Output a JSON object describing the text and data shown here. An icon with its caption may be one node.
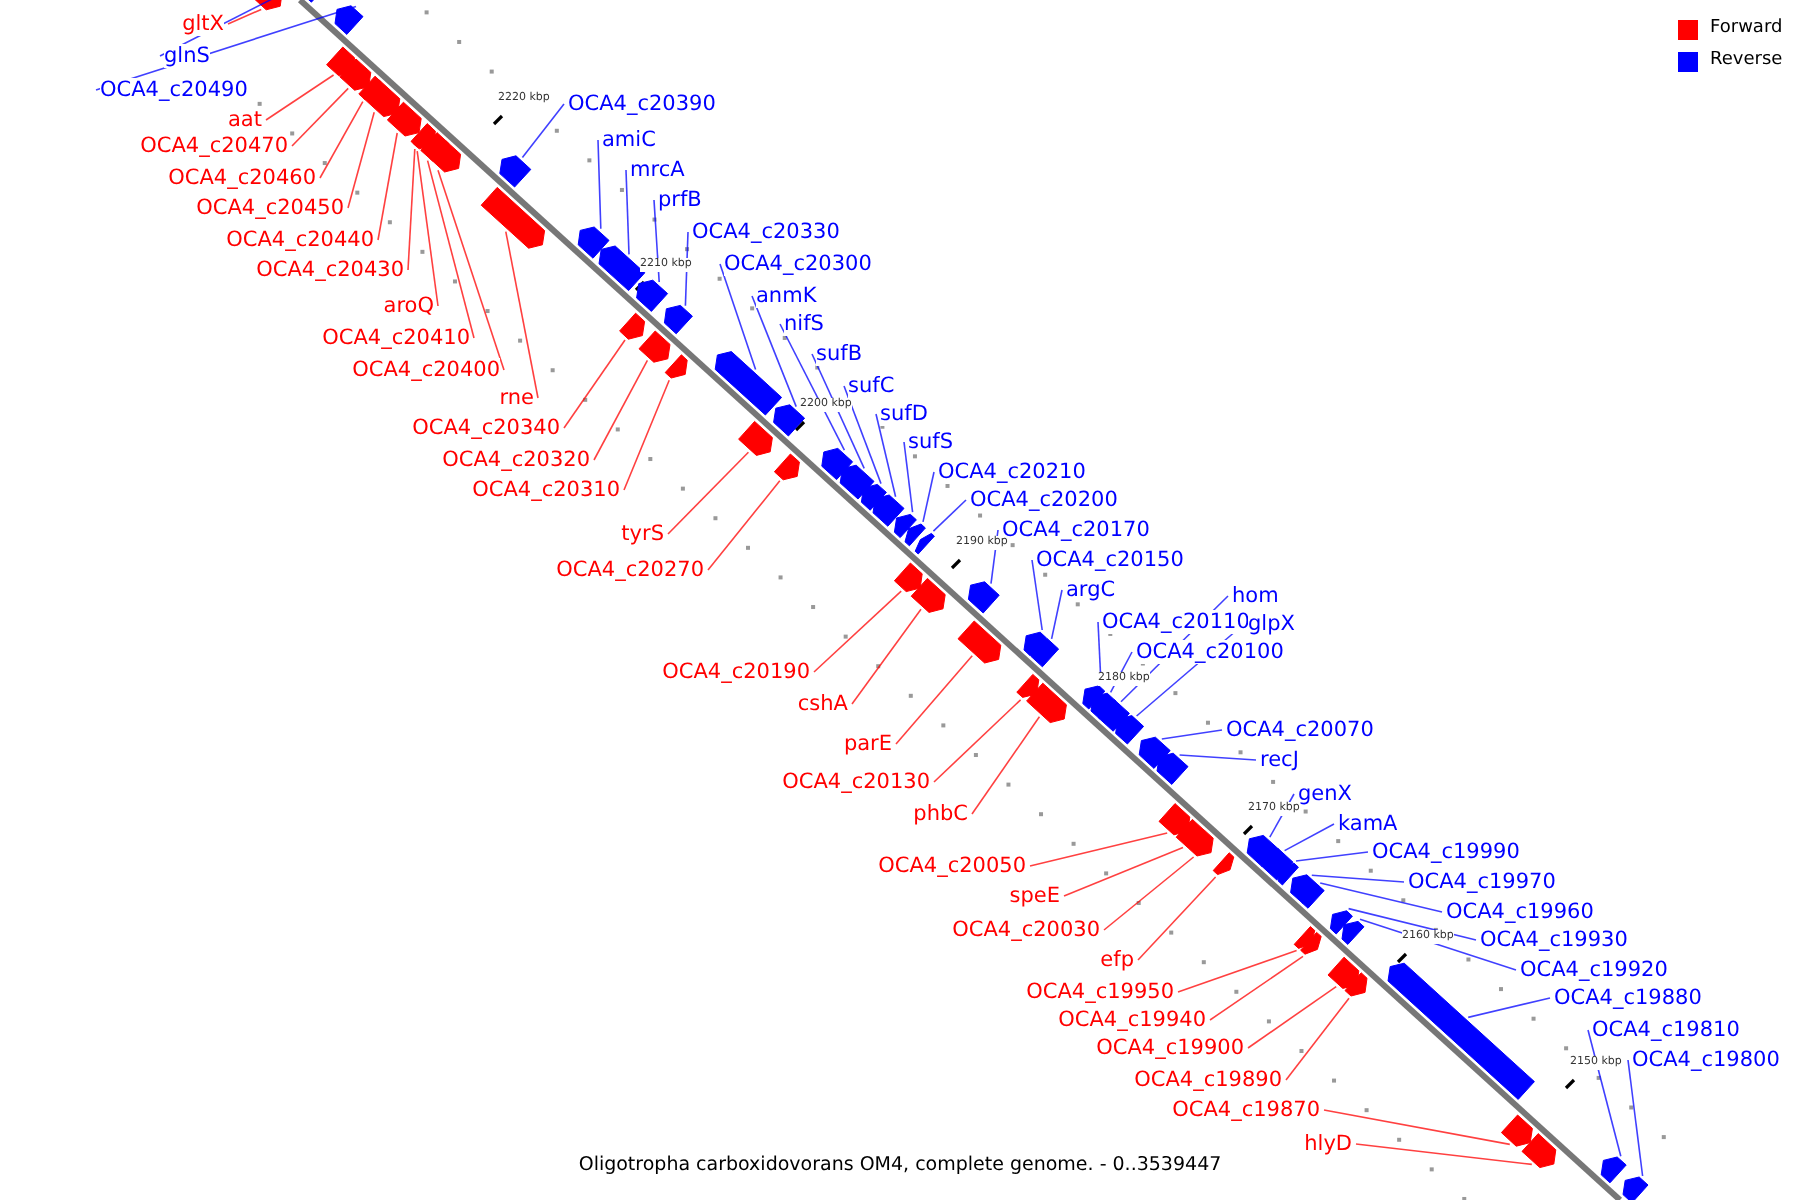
{
  "diagram": {
    "caption": "Oligotropha carboxidovorans OM4, complete genome. - 0..3539447",
    "nodes": [
      {
        "text": [
          "gltX"
        ]
      },
      {
        "text": [
          "glnS"
        ]
      },
      {
        "text": [
          "OCA4_c20490"
        ]
      },
      {
        "text": [
          "OCA4_c20390"
        ]
      },
      {
        "text": [
          "aat"
        ]
      },
      {
        "text": [
          "amiC"
        ]
      },
      {
        "text": [
          "OCA4_c20470"
        ]
      },
      {
        "text": [
          "mrcA"
        ]
      },
      {
        "text": [
          "OCA4_c20460"
        ]
      },
      {
        "text": [
          "prfB"
        ]
      },
      {
        "text": [
          "OCA4_c20450"
        ]
      },
      {
        "text": [
          "OCA4_c20330"
        ]
      },
      {
        "text": [
          "OCA4_c20440"
        ]
      },
      {
        "text": [
          "OCA4_c20300"
        ]
      },
      {
        "text": [
          "OCA4_c20430"
        ]
      },
      {
        "text": [
          "anmK"
        ]
      },
      {
        "text": [
          "aroQ"
        ]
      },
      {
        "text": [
          "nifS"
        ]
      },
      {
        "text": [
          "OCA4_c20410"
        ]
      },
      {
        "text": [
          "sufB"
        ]
      },
      {
        "text": [
          "OCA4_c20400"
        ]
      },
      {
        "text": [
          "sufC"
        ]
      },
      {
        "text": [
          "rne"
        ]
      },
      {
        "text": [
          "sufD"
        ]
      },
      {
        "text": [
          "OCA4_c20340"
        ]
      },
      {
        "text": [
          "sufS"
        ]
      },
      {
        "text": [
          "OCA4_c20320"
        ]
      },
      {
        "text": [
          "OCA4_c20210"
        ]
      },
      {
        "text": [
          "OCA4_c20310"
        ]
      },
      {
        "text": [
          "OCA4_c20200"
        ]
      },
      {
        "text": [
          "OCA4_c20170"
        ]
      },
      {
        "text": [
          "tyrS"
        ]
      },
      {
        "text": [
          "OCA4_c20150"
        ]
      },
      {
        "text": [
          "OCA4_c20270"
        ]
      },
      {
        "text": [
          "argC"
        ]
      },
      {
        "text": [
          "hom"
        ]
      },
      {
        "text": [
          "OCA4_c20110"
        ]
      },
      {
        "text": [
          "glpX"
        ]
      },
      {
        "text": [
          "OCA4_c20100"
        ]
      },
      {
        "text": [
          "OCA4_c20190"
        ]
      },
      {
        "text": [
          "cshA"
        ]
      },
      {
        "text": [
          "OCA4_c20070"
        ]
      },
      {
        "text": [
          "parE"
        ]
      },
      {
        "text": [
          "recJ"
        ]
      },
      {
        "text": [
          "OCA4_c20130"
        ]
      },
      {
        "text": [
          "genX"
        ]
      },
      {
        "text": [
          "phbC"
        ]
      },
      {
        "text": [
          "kamA"
        ]
      },
      {
        "text": [
          "OCA4_c19990"
        ]
      },
      {
        "text": [
          "OCA4_c20050"
        ]
      },
      {
        "text": [
          "OCA4_c19970"
        ]
      },
      {
        "text": [
          "speE"
        ]
      },
      {
        "text": [
          "OCA4_c19960"
        ]
      },
      {
        "text": [
          "OCA4_c20030"
        ]
      },
      {
        "text": [
          "OCA4_c19930"
        ]
      },
      {
        "text": [
          "efp"
        ]
      },
      {
        "text": [
          "OCA4_c19920"
        ]
      },
      {
        "text": [
          "OCA4_c19950"
        ]
      },
      {
        "text": [
          "OCA4_c19880"
        ]
      },
      {
        "text": [
          "OCA4_c19940"
        ]
      },
      {
        "text": [
          "OCA4_c19810"
        ]
      },
      {
        "text": [
          "OCA4_c19900"
        ]
      },
      {
        "text": [
          "OCA4_c19800"
        ]
      },
      {
        "text": [
          "OCA4_c19890"
        ]
      },
      {
        "text": [
          "OCA4_c19870"
        ]
      },
      {
        "text": [
          "hlyD"
        ]
      },
      {
        "text": [],
        "shape": "bar"
      },
      {
        "text": [],
        "shape": "bar"
      },
      {
        "text": [],
        "shape": "bar"
      },
      {
        "text": [],
        "shape": "bar"
      },
      {
        "text": [],
        "shape": "bar"
      },
      {
        "text": [],
        "shape": "bar"
      },
      {
        "text": [],
        "shape": "bar"
      },
      {
        "text": [],
        "shape": "bar"
      },
      {
        "text": [],
        "shape": "bar"
      },
      {
        "text": [],
        "shape": "bar"
      },
      {
        "text": [],
        "shape": "bar"
      },
      {
        "text": [],
        "shape": "bar"
      },
      {
        "text": [],
        "shape": "bar"
      },
      {
        "text": [],
        "shape": "bar"
      },
      {
        "text": [],
        "shape": "bar"
      },
      {
        "text": [],
        "shape": "bar"
      },
      {
        "text": [],
        "shape": "bar"
      },
      {
        "text": [],
        "shape": "bar"
      },
      {
        "text": [],
        "shape": "bar"
      },
      {
        "text": [],
        "shape": "bar"
      },
      {
        "text": [],
        "shape": "bar"
      },
      {
        "text": [],
        "shape": "bar"
      },
      {
        "text": [],
        "shape": "bar"
      },
      {
        "text": [],
        "shape": "bar"
      },
      {
        "text": [],
        "shape": "bar"
      },
      {
        "text": [],
        "shape": "bar"
      },
      {
        "text": [],
        "shape": "bar"
      },
      {
        "text": [],
        "shape": "bar"
      },
      {
        "text": [],
        "shape": "bar"
      },
      {
        "text": [],
        "shape": "bar"
      },
      {
        "text": [],
        "shape": "bar"
      },
      {
        "text": [],
        "shape": "bar"
      },
      {
        "text": [],
        "shape": "bar"
      },
      {
        "text": [],
        "shape": "bar"
      },
      {
        "text": [],
        "shape": "bar"
      },
      {
        "text": [],
        "shape": "bar"
      },
      {
        "text": [],
        "shape": "bar"
      },
      {
        "text": [],
        "shape": "bar"
      },
      {
        "text": [],
        "shape": "bar"
      },
      {
        "text": [],
        "shape": "bar"
      },
      {
        "text": [],
        "shape": "bar"
      },
      {
        "text": [],
        "shape": "bar"
      },
      {
        "text": [],
        "shape": "bar"
      },
      {
        "text": [],
        "shape": "bar"
      },
      {
        "text": [],
        "shape": "bar"
      },
      {
        "text": [],
        "shape": "bar"
      },
      {
        "text": [],
        "shape": "bar"
      },
      {
        "text": [],
        "shape": "bar"
      },
      {
        "text": [],
        "shape": "bar"
      },
      {
        "text": [],
        "shape": "bar"
      },
      {
        "text": [],
        "shape": "bar"
      },
      {
        "text": [],
        "shape": "bar"
      },
      {
        "text": [],
        "shape": "bar"
      },
      {
        "text": [],
        "shape": "bar"
      },
      {
        "text": [],
        "shape": "bar"
      },
      {
        "text": [],
        "shape": "bar"
      },
      {
        "text": [],
        "shape": "bar"
      },
      {
        "text": [],
        "shape": "bar"
      },
      {
        "text": [],
        "shape": "bar"
      },
      {
        "text": [],
        "shape": "bar"
      },
      {
        "text": [],
        "shape": "bar"
      },
      {
        "text": [],
        "shape": "bar"
      },
      {
        "text": [],
        "shape": "bar"
      },
      {
        "text": [],
        "shape": "bar"
      },
      {
        "text": [],
        "shape": "bar"
      },
      {
        "text": [],
        "shape": "bar"
      }
    ],
    "edges": [
      {
        "from": 0,
        "to": 66,
        "arrow": "none",
        "color": "#ff0000"
      },
      {
        "from": 1,
        "to": 67,
        "arrow": "none"
      },
      {
        "from": 2,
        "to": 68,
        "arrow": "none"
      },
      {
        "from": 3,
        "to": 69,
        "arrow": "none"
      },
      {
        "from": 4,
        "to": 70,
        "arrow": "none",
        "color": "#ff0000"
      },
      {
        "from": 5,
        "to": 71,
        "arrow": "none"
      },
      {
        "from": 6,
        "to": 72,
        "arrow": "none",
        "color": "#ff0000"
      },
      {
        "from": 7,
        "to": 73,
        "arrow": "none"
      },
      {
        "from": 8,
        "to": 74,
        "arrow": "none",
        "color": "#ff0000"
      },
      {
        "from": 9,
        "to": 75,
        "arrow": "none"
      },
      {
        "from": 10,
        "to": 76,
        "arrow": "none",
        "color": "#ff0000"
      },
      {
        "from": 11,
        "to": 77,
        "arrow": "none"
      },
      {
        "from": 12,
        "to": 78,
        "arrow": "none",
        "color": "#ff0000"
      },
      {
        "from": 13,
        "to": 79,
        "arrow": "none"
      },
      {
        "from": 14,
        "to": 80,
        "arrow": "none",
        "color": "#ff0000"
      },
      {
        "from": 15,
        "to": 81,
        "arrow": "none"
      },
      {
        "from": 16,
        "to": 82,
        "arrow": "none",
        "color": "#ff0000"
      },
      {
        "from": 17,
        "to": 83,
        "arrow": "none"
      },
      {
        "from": 18,
        "to": 84,
        "arrow": "none",
        "color": "#ff0000"
      },
      {
        "from": 19,
        "to": 85,
        "arrow": "none"
      },
      {
        "from": 20,
        "to": 86,
        "arrow": "none",
        "color": "#ff0000"
      },
      {
        "from": 21,
        "to": 87,
        "arrow": "none"
      },
      {
        "from": 22,
        "to": 88,
        "arrow": "none",
        "color": "#ff0000"
      },
      {
        "from": 23,
        "to": 89,
        "arrow": "none"
      },
      {
        "from": 24,
        "to": 90,
        "arrow": "none",
        "color": "#ff0000"
      },
      {
        "from": 25,
        "to": 91,
        "arrow": "none"
      },
      {
        "from": 26,
        "to": 92,
        "arrow": "none",
        "color": "#ff0000"
      },
      {
        "from": 27,
        "to": 93,
        "arrow": "none"
      },
      {
        "from": 28,
        "to": 94,
        "arrow": "none",
        "color": "#ff0000"
      },
      {
        "from": 29,
        "to": 95,
        "arrow": "none"
      },
      {
        "from": 30,
        "to": 96,
        "arrow": "none"
      },
      {
        "from": 31,
        "to": 97,
        "arrow": "none",
        "color": "#ff0000"
      },
      {
        "from": 32,
        "to": 98,
        "arrow": "none"
      },
      {
        "from": 33,
        "to": 99,
        "arrow": "none",
        "color": "#ff0000"
      },
      {
        "from": 34,
        "to": 100,
        "arrow": "none"
      },
      {
        "from": 35,
        "to": 101,
        "arrow": "none"
      },
      {
        "from": 36,
        "to": 102,
        "arrow": "none"
      },
      {
        "from": 37,
        "to": 103,
        "arrow": "none"
      },
      {
        "from": 38,
        "to": 104,
        "arrow": "none"
      },
      {
        "from": 39,
        "to": 105,
        "arrow": "none",
        "color": "#ff0000"
      },
      {
        "from": 40,
        "to": 106,
        "arrow": "none",
        "color": "#ff0000"
      },
      {
        "from": 41,
        "to": 107,
        "arrow": "none"
      },
      {
        "from": 42,
        "to": 108,
        "arrow": "none",
        "color": "#ff0000"
      },
      {
        "from": 43,
        "to": 109,
        "arrow": "none"
      },
      {
        "from": 44,
        "to": 110,
        "arrow": "none",
        "color": "#ff0000"
      },
      {
        "from": 45,
        "to": 111,
        "arrow": "none"
      },
      {
        "from": 46,
        "to": 112,
        "arrow": "none",
        "color": "#ff0000"
      },
      {
        "from": 47,
        "to": 113,
        "arrow": "none"
      },
      {
        "from": 48,
        "to": 114,
        "arrow": "none"
      },
      {
        "from": 49,
        "to": 115,
        "arrow": "none",
        "color": "#ff0000"
      },
      {
        "from": 50,
        "to": 116,
        "arrow": "none"
      },
      {
        "from": 51,
        "to": 117,
        "arrow": "none",
        "color": "#ff0000"
      },
      {
        "from": 52,
        "to": 118,
        "arrow": "none"
      },
      {
        "from": 53,
        "to": 119,
        "arrow": "none",
        "color": "#ff0000"
      },
      {
        "from": 54,
        "to": 120,
        "arrow": "none"
      },
      {
        "from": 55,
        "to": 121,
        "arrow": "none",
        "color": "#ff0000"
      },
      {
        "from": 56,
        "to": 122,
        "arrow": "none"
      },
      {
        "from": 57,
        "to": 123,
        "arrow": "none",
        "color": "#ff0000"
      },
      {
        "from": 58,
        "to": 124,
        "arrow": "none"
      },
      {
        "from": 59,
        "to": 125,
        "arrow": "none",
        "color": "#ff0000"
      },
      {
        "from": 60,
        "to": 126,
        "arrow": "none"
      },
      {
        "from": 61,
        "to": 127,
        "arrow": "none",
        "color": "#ff0000"
      },
      {
        "from": 62,
        "to": 128,
        "arrow": "none"
      },
      {
        "from": 63,
        "to": 129,
        "arrow": "none",
        "color": "#ff0000"
      },
      {
        "from": 64,
        "to": 130,
        "arrow": "none",
        "color": "#ff0000"
      },
      {
        "from": 65,
        "to": 131,
        "arrow": "none",
        "color": "#ff0000"
      }
    ],
    "labels": [
      "2220 kbp",
      "2210 kbp",
      "2200 kbp",
      "2190 kbp",
      "2180 kbp",
      "2170 kbp",
      "2160 kbp",
      "2150 kbp"
    ],
    "legend": [
      {
        "text": "Forward",
        "color": "#ff0000"
      },
      {
        "text": "Reverse",
        "color": "#0000ff"
      }
    ]
  }
}
